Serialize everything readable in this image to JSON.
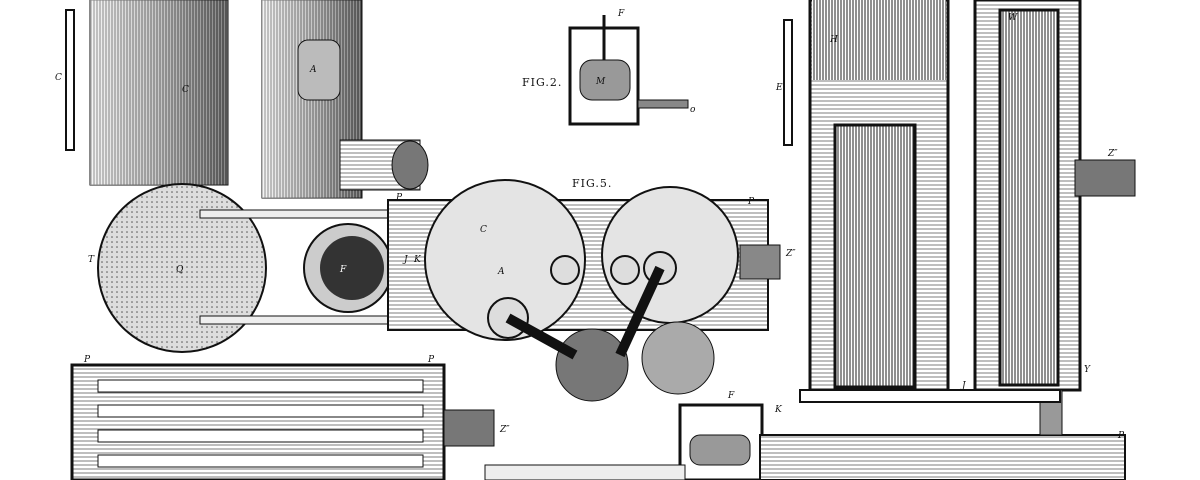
{
  "figures": {
    "fig2_label": "FIG.2.",
    "fig5_label": "FIG.5."
  },
  "part_labels": {
    "C": "C",
    "A": "A",
    "M": "M",
    "F": "F",
    "P": "P",
    "Q": "Q",
    "T": "T",
    "J": "J",
    "K": "K",
    "H": "H",
    "E": "E",
    "W": "W",
    "Y": "Y",
    "Z": "Z″",
    "o": "o"
  },
  "colors": {
    "ink": "#111111",
    "paper": "#ffffff",
    "shade": "#555555"
  }
}
